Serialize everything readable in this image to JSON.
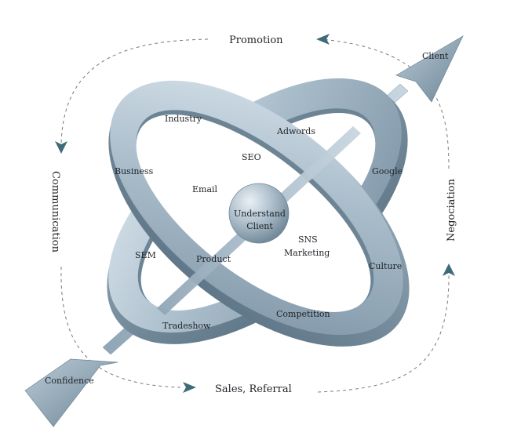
{
  "center": {
    "line1": "Understand",
    "line2": "Client"
  },
  "outer": {
    "promotion": "Promotion",
    "communication": "Communication",
    "negociation": "Negociation",
    "sales": "Sales, Referral",
    "client": "Client",
    "confidence": "Confidence"
  },
  "ring_a": {
    "industry": "Industry",
    "business": "Business",
    "sem": "SEM",
    "tradeshow": "Tradeshow",
    "email": "Email",
    "product": "Product",
    "sns_1": "SNS",
    "sns_2": "Marketing"
  },
  "ring_b": {
    "adwords": "Adwords",
    "seo": "SEO",
    "google": "Google",
    "culture": "Culture",
    "competition": "Competition"
  },
  "colors": {
    "ring_light": "#c9d8e3",
    "ring_mid": "#9fb3c2",
    "ring_dark": "#6f8797",
    "arrow_teal": "#3f6b78",
    "dash": "#7a7a7a"
  }
}
